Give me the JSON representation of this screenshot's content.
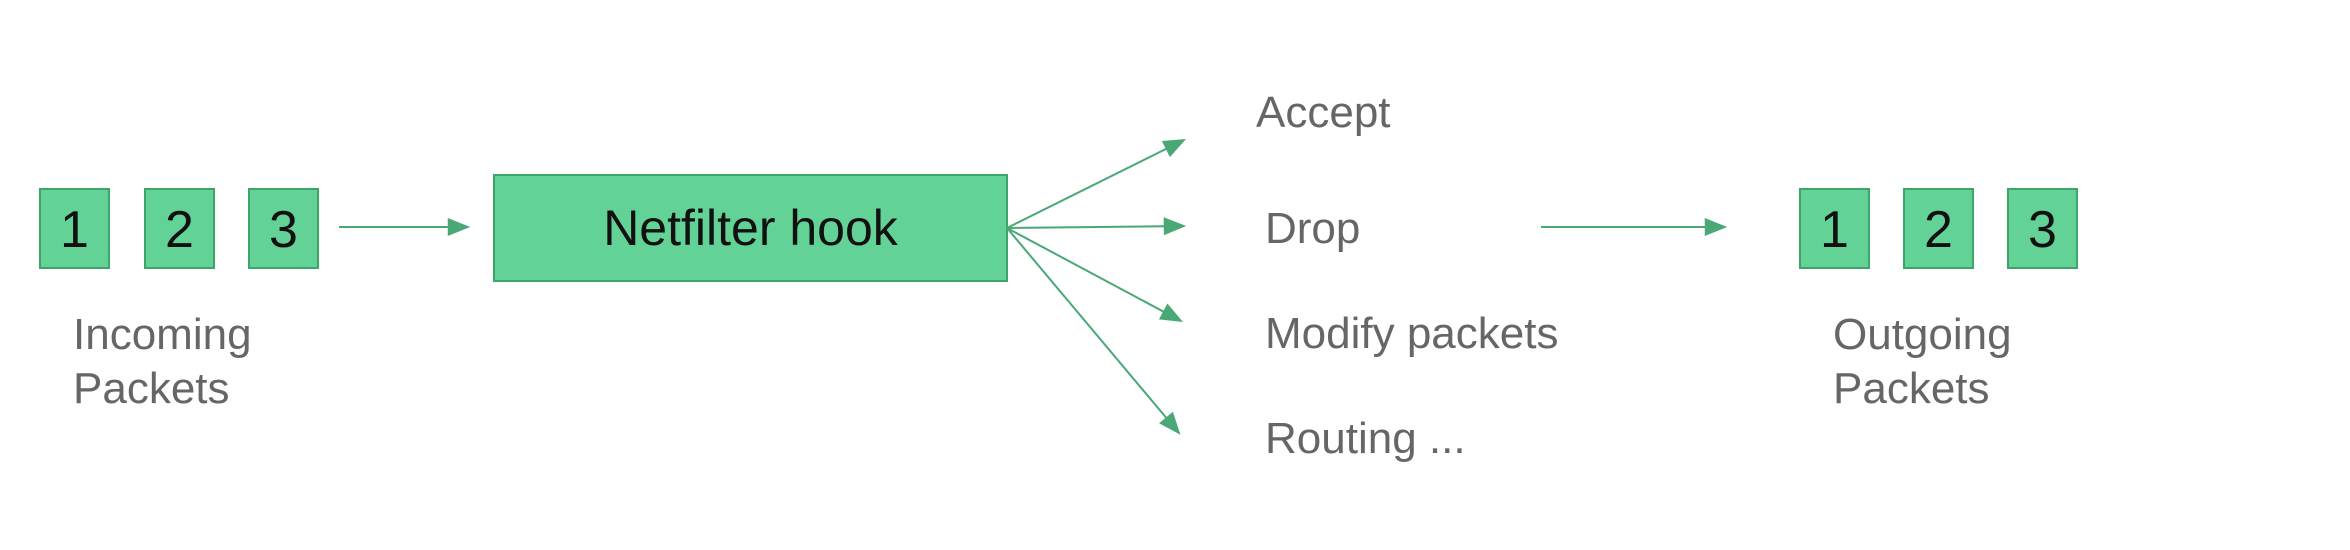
{
  "colors": {
    "box_fill": "#63d297",
    "box_stroke": "#3fa468",
    "arrow": "#4aa877",
    "caption_text": "#666666",
    "box_text": "#111111"
  },
  "incoming": {
    "packets": [
      "1",
      "2",
      "3"
    ],
    "caption_line1": "Incoming",
    "caption_line2": "Packets"
  },
  "hook": {
    "label": "Netfilter hook"
  },
  "actions": {
    "accept": "Accept",
    "drop": "Drop",
    "modify": "Modify packets",
    "routing": "Routing ..."
  },
  "outgoing": {
    "packets": [
      "1",
      "2",
      "3"
    ],
    "caption_line1": "Outgoing",
    "caption_line2": "Packets"
  }
}
